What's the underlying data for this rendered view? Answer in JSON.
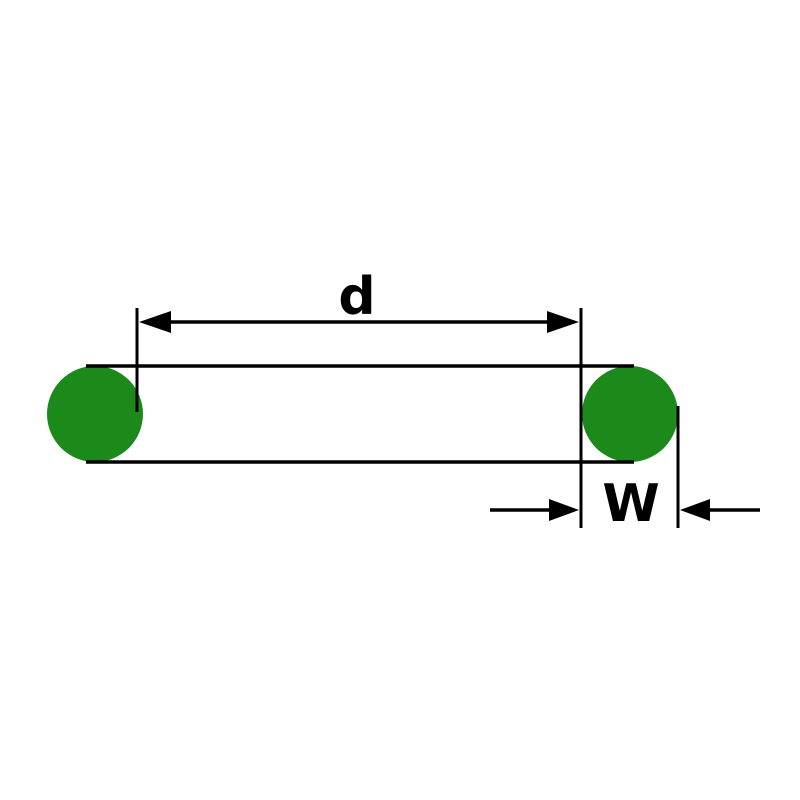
{
  "diagram": {
    "type": "technical-dimension-diagram",
    "subject": "O-ring side profile with inner diameter and cross-section width callouts",
    "labels": {
      "inner_diameter": "d",
      "cross_section_width": "W"
    },
    "colors": {
      "ring_fill": "#1b8a1b",
      "line": "#000000",
      "background": "#ffffff"
    }
  }
}
